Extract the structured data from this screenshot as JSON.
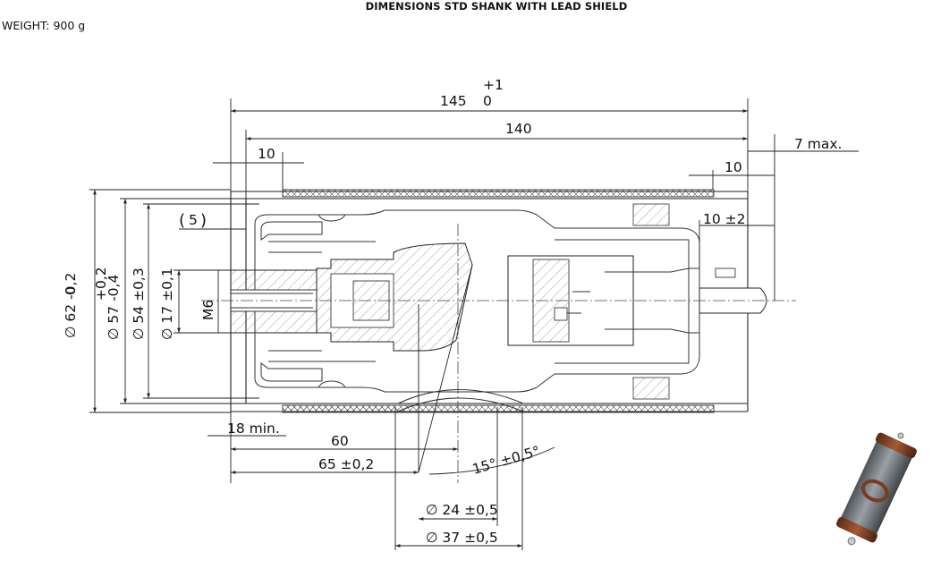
{
  "header": {
    "title": "DIMENSIONS STD SHANK WITH LEAD SHIELD",
    "weight": "WEIGHT: 900 g"
  },
  "dimensions": {
    "total_length": "145",
    "total_length_upper_tol": "+1",
    "total_length_lower_tol": "0",
    "body_length": "140",
    "max_pin": "7 max.",
    "left_cap": "10",
    "right_cap": "10",
    "pin_length": "10 ±2",
    "recess": "5",
    "dia_62": "∅ 62 -0,2",
    "dia_62_upper": "0",
    "dia_57": "∅ 57  -0,4",
    "dia_57_upper": "+0,2",
    "dia_54": "∅ 54 ±0,3",
    "dia_17": "∅ 17 ±0,1",
    "thread": "M6",
    "min_depth": "18 min.",
    "len_60": "60",
    "len_65": "65 ±0,2",
    "angle": "15° ±0,5°",
    "dia_24": "∅ 24 ±0,5",
    "dia_37": "∅ 37 ±0,5"
  },
  "colors": {
    "line": "#222222",
    "tube_body": "#6f7478",
    "tube_cap": "#7a3b22"
  }
}
